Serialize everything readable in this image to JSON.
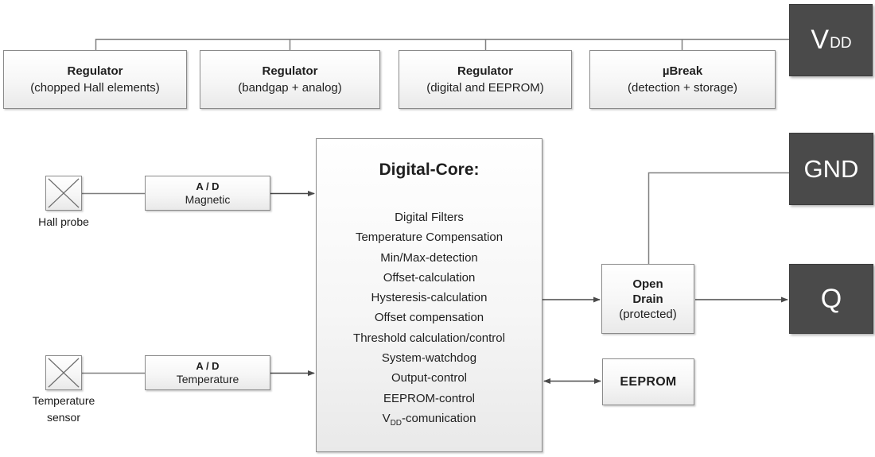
{
  "top_row": {
    "boxes": [
      {
        "title": "Regulator",
        "subtitle": "(chopped Hall elements)"
      },
      {
        "title": "Regulator",
        "subtitle": "(bandgap + analog)"
      },
      {
        "title": "Regulator",
        "subtitle": "(digital and EEPROM)"
      },
      {
        "title": "µBreak",
        "subtitle": "(detection + storage)"
      }
    ]
  },
  "pins": {
    "vdd": {
      "main": "V",
      "sub": "DD"
    },
    "gnd": "GND",
    "q": "Q"
  },
  "sensors": {
    "hall": {
      "icon": "x-cross-icon",
      "label": "Hall probe"
    },
    "temperature": {
      "icon": "x-cross-icon",
      "label_lines": [
        "Temperature",
        "sensor"
      ]
    }
  },
  "adc": {
    "magnetic": {
      "title": "A / D",
      "subtitle": "Magnetic"
    },
    "temperature": {
      "title": "A / D",
      "subtitle": "Temperature"
    }
  },
  "core": {
    "title": "Digital-Core:",
    "functions": [
      "Digital Filters",
      "Temperature Compensation",
      "Min/Max-detection",
      "Offset-calculation",
      "Hysteresis-calculation",
      "Offset compensation",
      "Threshold calculation/control",
      "System-watchdog",
      "Output-control",
      "EEPROM-control",
      {
        "pre": "V",
        "sub": "DD",
        "post": "-comunication"
      }
    ]
  },
  "output": {
    "open_drain": {
      "lines": [
        "Open",
        "Drain",
        "(protected)"
      ]
    },
    "eeprom": "EEPROM"
  },
  "colors": {
    "dark_box": "#4a4a4a",
    "dark_box_text": "#ffffff",
    "box_border": "#8a8a8a",
    "bus_line": "#808080",
    "arrow": "#4a4a4a"
  }
}
